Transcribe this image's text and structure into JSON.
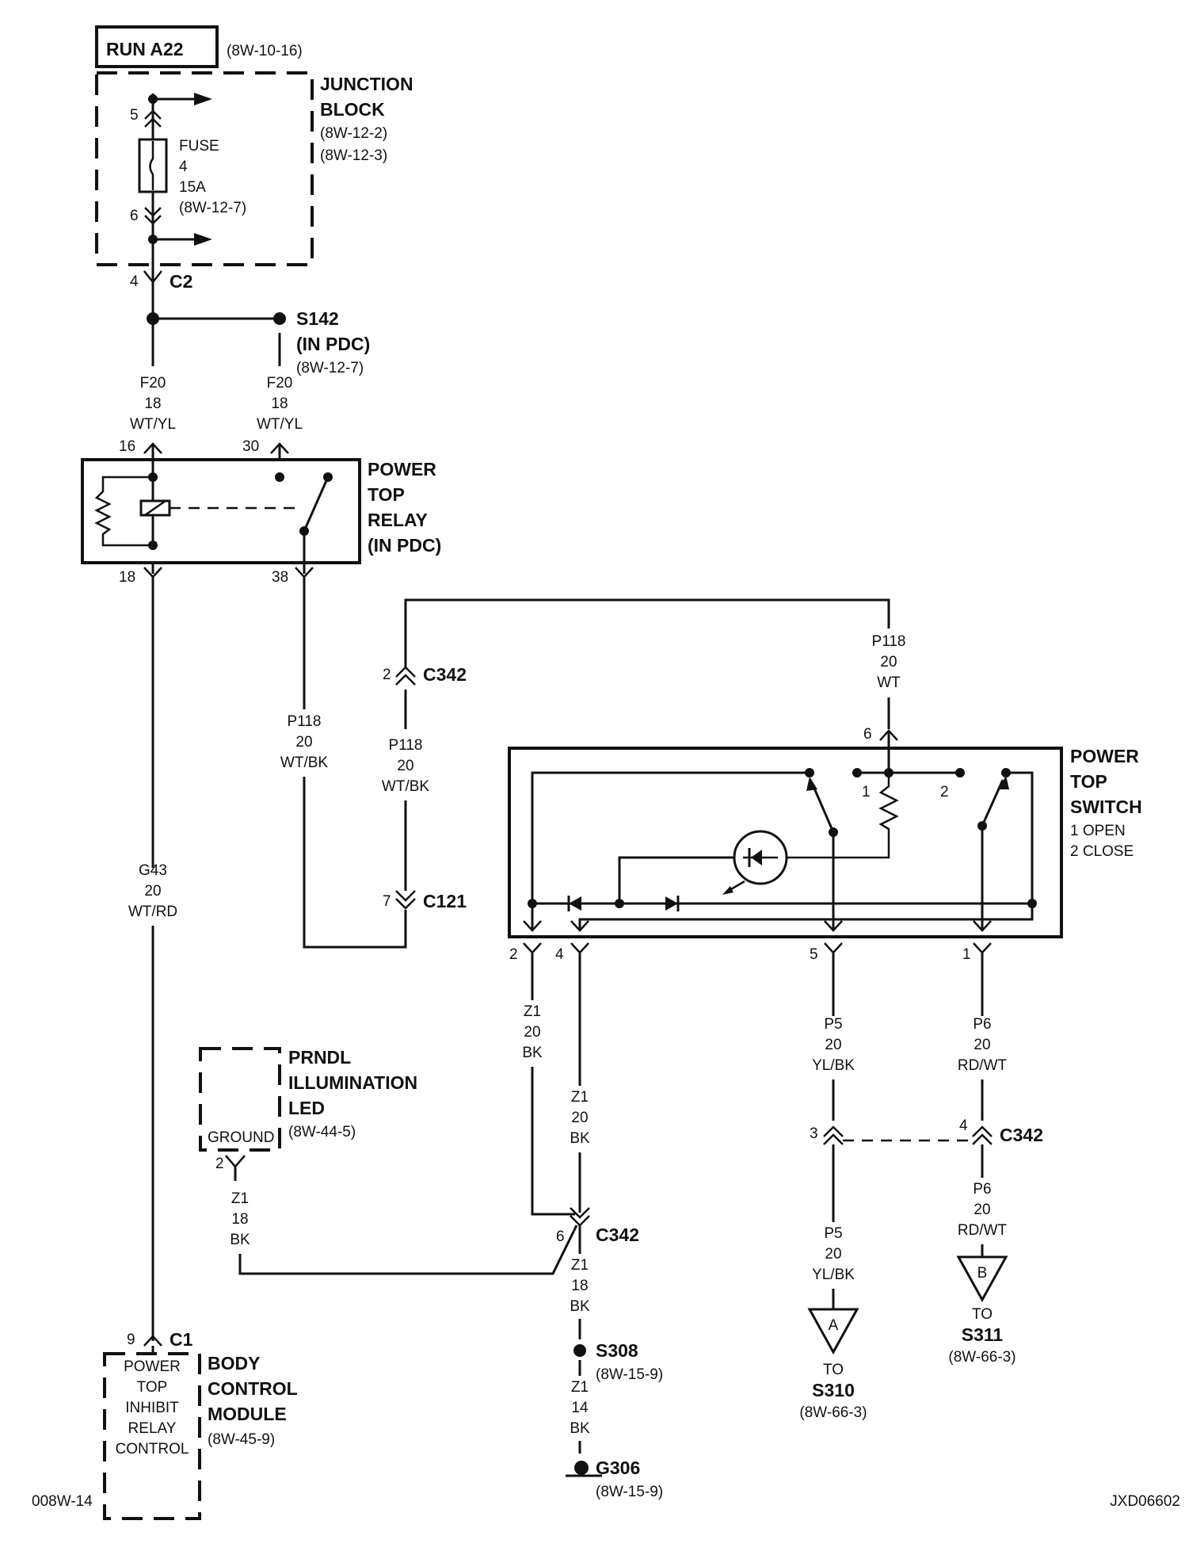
{
  "run_block": {
    "title": "RUN A22",
    "ref": "(8W-10-16)"
  },
  "junction_block": {
    "line1": "JUNCTION",
    "line2": "BLOCK",
    "ref1": "(8W-12-2)",
    "ref2": "(8W-12-3)"
  },
  "fuse": {
    "label": "FUSE",
    "number": "4",
    "rating": "15A",
    "ref": "(8W-12-7)",
    "pin_top": "5",
    "pin_bottom": "6"
  },
  "c2": {
    "pin": "4",
    "name": "C2"
  },
  "s142": {
    "name": "S142",
    "location": "(IN PDC)",
    "ref": "(8W-12-7)"
  },
  "wire_f20_left": {
    "circuit": "F20",
    "gauge": "18",
    "color": "WT/YL"
  },
  "wire_f20_right": {
    "circuit": "F20",
    "gauge": "18",
    "color": "WT/YL"
  },
  "relay": {
    "line1": "POWER",
    "line2": "TOP",
    "line3": "RELAY",
    "line4": "(IN PDC)",
    "pin_16": "16",
    "pin_30": "30",
    "pin_18": "18",
    "pin_38": "38"
  },
  "wire_g43": {
    "circuit": "G43",
    "gauge": "20",
    "color": "WT/RD"
  },
  "wire_p118_relay": {
    "circuit": "P118",
    "gauge": "20",
    "color": "WT/BK"
  },
  "wire_p118_mid": {
    "circuit": "P118",
    "gauge": "20",
    "color": "WT/BK"
  },
  "wire_p118_switch": {
    "circuit": "P118",
    "gauge": "20",
    "color": "WT"
  },
  "c342_upper": {
    "pin": "2",
    "name": "C342"
  },
  "c121": {
    "pin": "7",
    "name": "C121"
  },
  "switch": {
    "line1": "POWER",
    "line2": "TOP",
    "line3": "SWITCH",
    "pos1": "1 OPEN",
    "pos2": "2 CLOSE",
    "contact1": "1",
    "contact2": "2",
    "pin_top": "6",
    "pin_2": "2",
    "pin_4": "4",
    "pin_5": "5",
    "pin_1": "1"
  },
  "wire_z1_sw2": {
    "circuit": "Z1",
    "gauge": "20",
    "color": "BK"
  },
  "wire_z1_sw4": {
    "circuit": "Z1",
    "gauge": "20",
    "color": "BK"
  },
  "wire_p5_upper": {
    "circuit": "P5",
    "gauge": "20",
    "color": "YL/BK"
  },
  "wire_p6_upper": {
    "circuit": "P6",
    "gauge": "20",
    "color": "RD/WT"
  },
  "c342_right": {
    "pin_left": "3",
    "pin_right": "4",
    "name": "C342"
  },
  "wire_p5_lower": {
    "circuit": "P5",
    "gauge": "20",
    "color": "YL/BK"
  },
  "wire_p6_lower": {
    "circuit": "P6",
    "gauge": "20",
    "color": "RD/WT"
  },
  "prndl": {
    "line1": "PRNDL",
    "line2": "ILLUMINATION",
    "line3": "LED",
    "ref": "(8W-44-5)",
    "ground": "GROUND",
    "pin": "2"
  },
  "wire_z1_prndl": {
    "circuit": "Z1",
    "gauge": "18",
    "color": "BK"
  },
  "c342_lower": {
    "pin": "6",
    "name": "C342"
  },
  "wire_z1_s308": {
    "circuit": "Z1",
    "gauge": "18",
    "color": "BK"
  },
  "s308": {
    "name": "S308",
    "ref": "(8W-15-9)"
  },
  "wire_z1_g306": {
    "circuit": "Z1",
    "gauge": "14",
    "color": "BK"
  },
  "g306": {
    "name": "G306",
    "ref": "(8W-15-9)"
  },
  "off_a": {
    "letter": "A",
    "to": "TO",
    "name": "S310",
    "ref": "(8W-66-3)"
  },
  "off_b": {
    "letter": "B",
    "to": "TO",
    "name": "S311",
    "ref": "(8W-66-3)"
  },
  "bcm": {
    "pin": "9",
    "conn": "C1",
    "inner1": "POWER",
    "inner2": "TOP",
    "inner3": "INHIBIT",
    "inner4": "RELAY",
    "inner5": "CONTROL",
    "line1": "BODY",
    "line2": "CONTROL",
    "line3": "MODULE",
    "ref": "(8W-45-9)"
  },
  "footer": {
    "left": "008W-14",
    "right": "JXD06602"
  }
}
